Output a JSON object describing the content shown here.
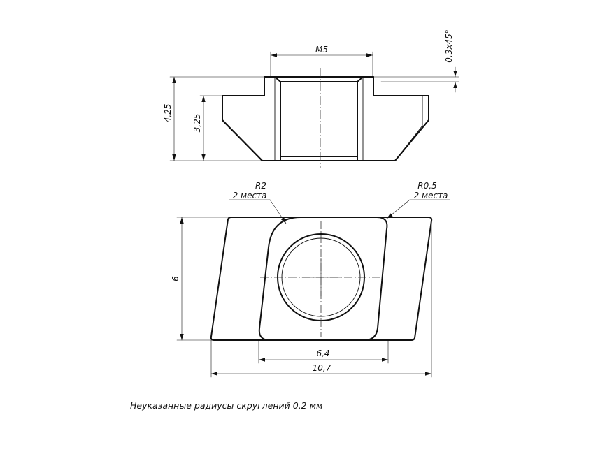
{
  "dimensions": {
    "thread": "M5",
    "chamfer": "0,3x45°",
    "overall_height": "4,25",
    "body_height": "3,25",
    "width": "6",
    "inner_length": "6,4",
    "overall_length": "10,7"
  },
  "callouts": {
    "radius_large": "R2",
    "radius_large_count": "2 места",
    "radius_small": "R0,5",
    "radius_small_count": "2 места"
  },
  "note": "Неуказанные радиусы скруглений 0.2 мм"
}
